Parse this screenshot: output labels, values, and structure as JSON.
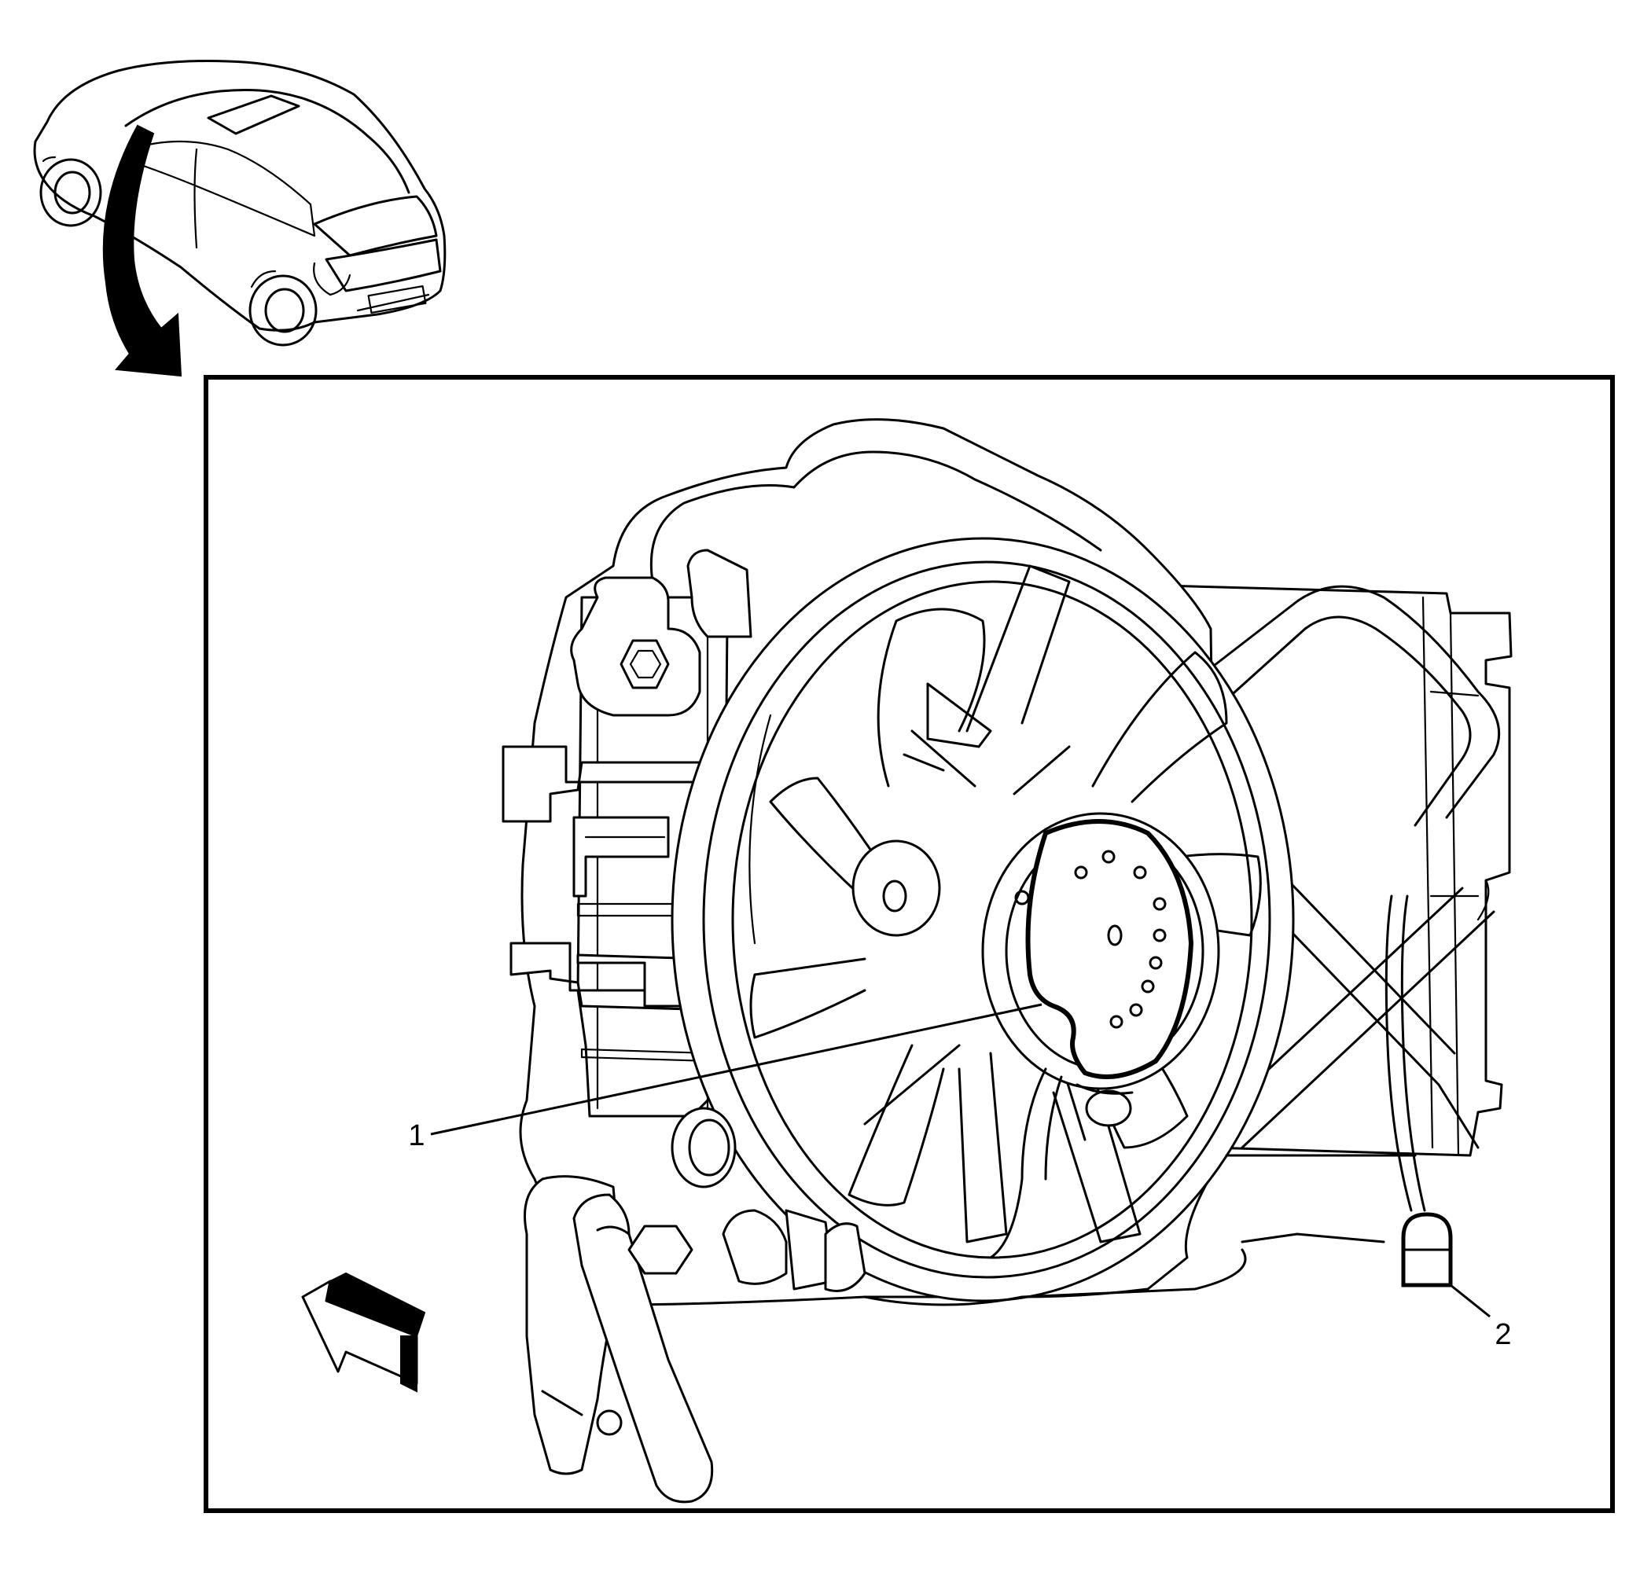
{
  "callouts": [
    {
      "id": "1",
      "label": "1"
    },
    {
      "id": "2",
      "label": "2"
    }
  ],
  "icons": {
    "vehicle_locator": "vehicle-locator-icon",
    "view_direction": "front-direction-arrow-icon"
  },
  "colors": {
    "line": "#000000",
    "background": "#ffffff"
  }
}
